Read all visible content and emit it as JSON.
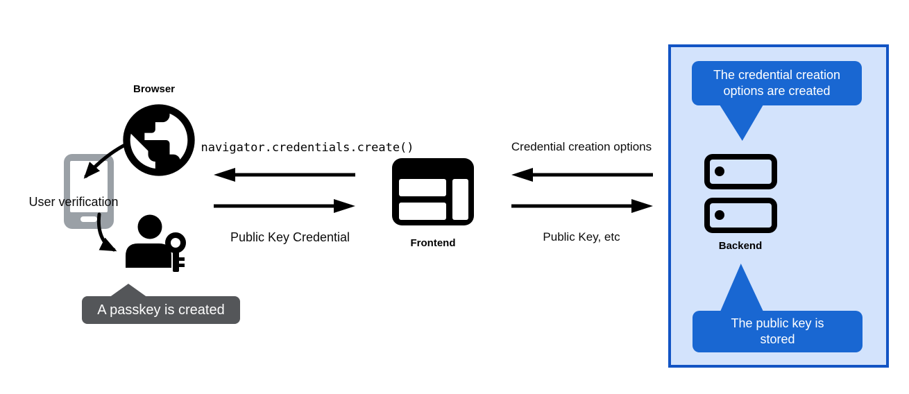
{
  "nodes": {
    "browser": "Browser",
    "frontend": "Frontend",
    "backend": "Backend",
    "user_verification": "User verification"
  },
  "flows": {
    "create_call": "navigator.credentials.create()",
    "public_key_credential": "Public Key Credential",
    "credential_creation_options": "Credential creation options",
    "public_key_etc": "Public Key, etc"
  },
  "callouts": {
    "passkey_created": "A passkey is created",
    "options_created": "The credential creation\noptions are created",
    "public_key_stored": "The public key is\nstored"
  },
  "icons": {
    "globe": "globe-icon",
    "phone": "phone-icon",
    "person_key": "person-with-key-icon",
    "frontend_window": "browser-window-icon",
    "server": "server-stack-icon"
  },
  "colors": {
    "icon_black": "#000000",
    "phone_gray": "#9AA0A6",
    "tooltip_gray": "#545659",
    "bubble_blue": "#1967D2",
    "panel_background": "#D3E3FC",
    "panel_border": "#1254C4",
    "text_white": "#FFFFFF"
  }
}
